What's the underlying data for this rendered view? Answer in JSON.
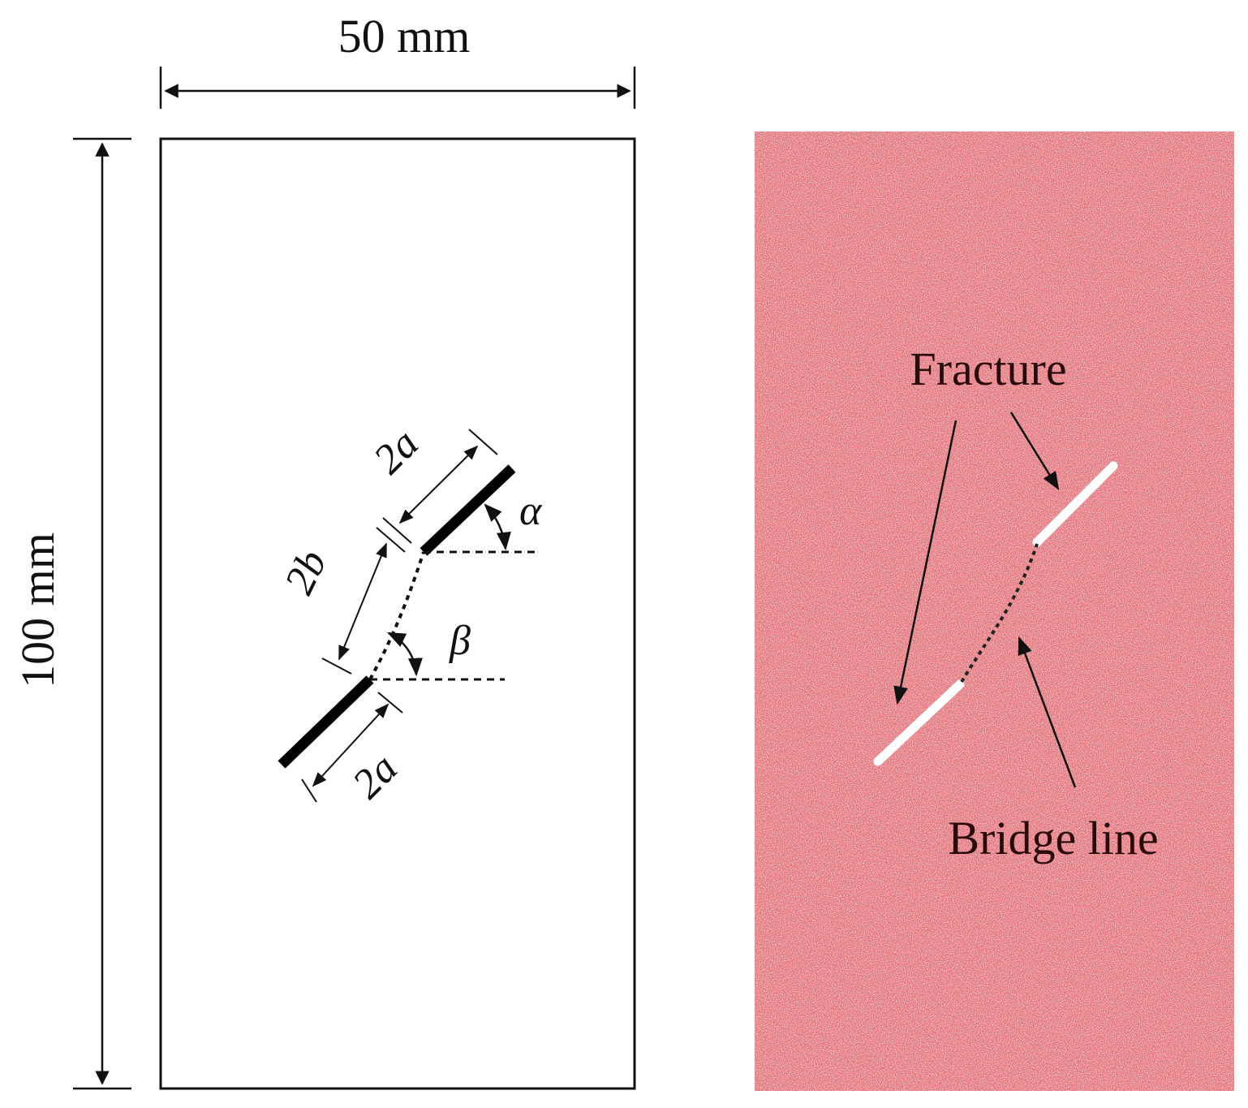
{
  "left_panel": {
    "width_label": "50 mm",
    "height_label": "100 mm",
    "flaw_length_upper": "2a",
    "flaw_length_lower": "2a",
    "bridge_length": "2b",
    "flaw_angle": "α",
    "bridge_angle": "β"
  },
  "right_panel": {
    "fracture_label": "Fracture",
    "bridge_label": "Bridge line",
    "specimen_color": "#e2737a"
  }
}
